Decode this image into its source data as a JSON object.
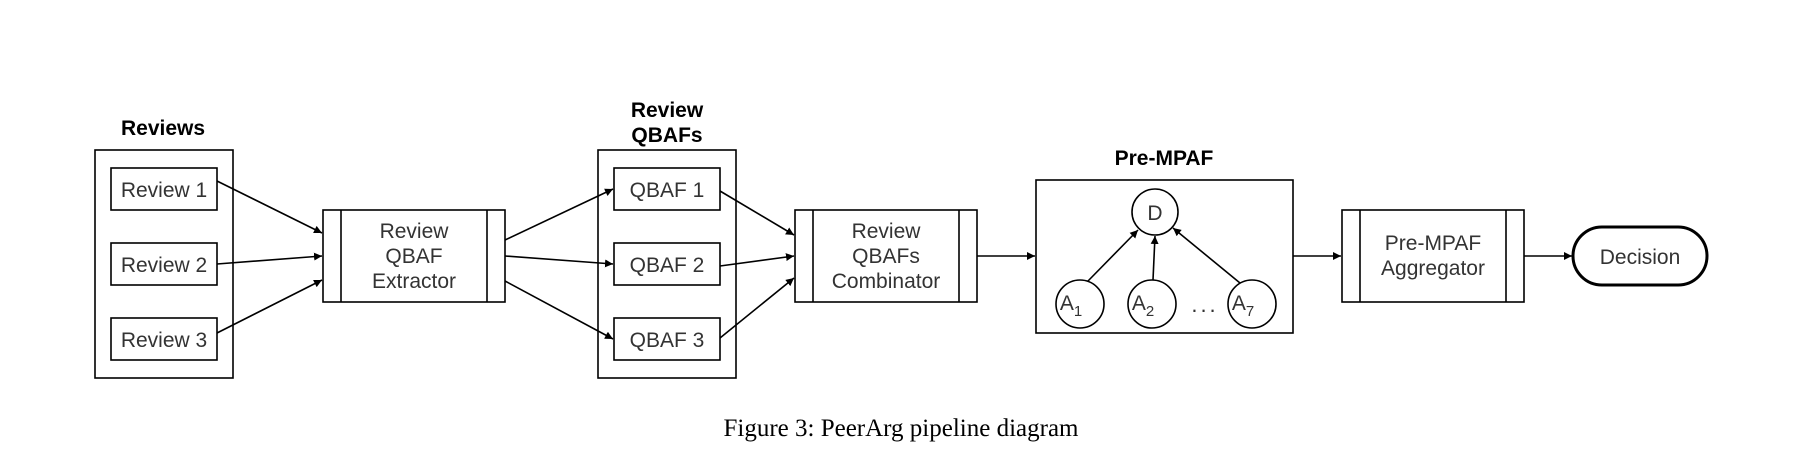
{
  "groups": {
    "reviews": "Reviews",
    "review_qbafs_line1": "Review",
    "review_qbafs_line2": "QBAFs",
    "pre_mpaf": "Pre-MPAF"
  },
  "reviews": [
    "Review 1",
    "Review 2",
    "Review 3"
  ],
  "qbafs": [
    "QBAF 1",
    "QBAF 2",
    "QBAF 3"
  ],
  "processes": {
    "extractor": [
      "Review",
      "QBAF",
      "Extractor"
    ],
    "combinator": [
      "Review",
      "QBAFs",
      "Combinator"
    ],
    "aggregator": [
      "Pre-MPAF",
      "Aggregator"
    ]
  },
  "pre_mpaf_nodes": {
    "decision": "D",
    "arg_letter": "A",
    "a1_sub": "1",
    "a2_sub": "2",
    "a7_sub": "7",
    "ellipsis": "..."
  },
  "decision": "Decision",
  "caption": "Figure 3: PeerArg pipeline diagram"
}
